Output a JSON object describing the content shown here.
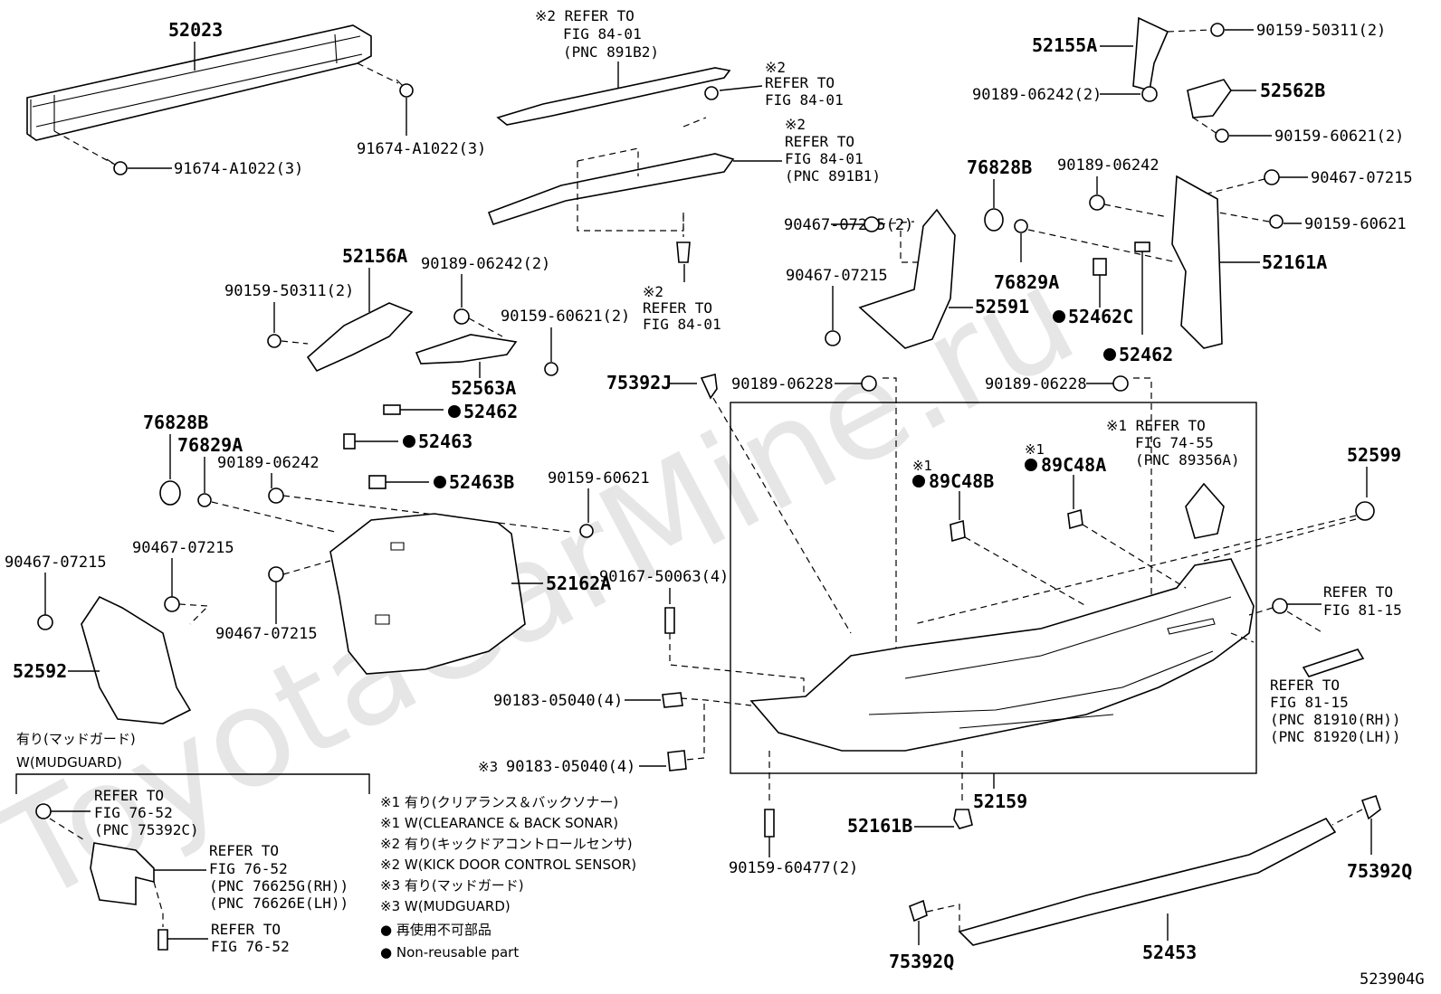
{
  "diagram_code": "523904G",
  "watermark": "ToyotaCarMine.ru",
  "parts": [
    {
      "id": "p52023",
      "label": "52023"
    },
    {
      "id": "p91674a",
      "label": "91674-A1022(3)"
    },
    {
      "id": "p91674b",
      "label": "91674-A1022(3)"
    },
    {
      "id": "p52155A",
      "label": "52155A"
    },
    {
      "id": "p90159_50311_r",
      "label": "90159-50311(2)"
    },
    {
      "id": "p90189_06242_r",
      "label": "90189-06242(2)"
    },
    {
      "id": "p52562B",
      "label": "52562B"
    },
    {
      "id": "p90159_60621_2r",
      "label": "90159-60621(2)"
    },
    {
      "id": "p76828B_r",
      "label": "76828B"
    },
    {
      "id": "p90189_06242_rs",
      "label": "90189-06242"
    },
    {
      "id": "p90467_07215_r",
      "label": "90467-07215"
    },
    {
      "id": "p90159_60621_r",
      "label": "90159-60621"
    },
    {
      "id": "p52161A",
      "label": "52161A"
    },
    {
      "id": "p90467_07215_2c",
      "label": "90467-07215(2)"
    },
    {
      "id": "p90467_07215_c",
      "label": "90467-07215"
    },
    {
      "id": "p76829A_c",
      "label": "76829A"
    },
    {
      "id": "p52591",
      "label": "52591"
    },
    {
      "id": "p52462C",
      "label": "52462C"
    },
    {
      "id": "p52462_r",
      "label": "52462"
    },
    {
      "id": "p90189_06228_a",
      "label": "90189-06228"
    },
    {
      "id": "p90189_06228_b",
      "label": "90189-06228"
    },
    {
      "id": "p75392J",
      "label": "75392J"
    },
    {
      "id": "p52156A",
      "label": "52156A"
    },
    {
      "id": "p90159_50311_l",
      "label": "90159-50311(2)"
    },
    {
      "id": "p90189_06242_l",
      "label": "90189-06242(2)"
    },
    {
      "id": "p90159_60621_2l",
      "label": "90159-60621(2)"
    },
    {
      "id": "p52563A",
      "label": "52563A"
    },
    {
      "id": "p52462_l",
      "label": "52462"
    },
    {
      "id": "p52463",
      "label": "52463"
    },
    {
      "id": "p52463B",
      "label": "52463B"
    },
    {
      "id": "p76828B_l",
      "label": "76828B"
    },
    {
      "id": "p76829A_l",
      "label": "76829A"
    },
    {
      "id": "p90189_06242_l2",
      "label": "90189-06242"
    },
    {
      "id": "p90159_60621_l",
      "label": "90159-60621"
    },
    {
      "id": "p90467_07215_l1",
      "label": "90467-07215"
    },
    {
      "id": "p90467_07215_l2",
      "label": "90467-07215"
    },
    {
      "id": "p90467_07215_l3",
      "label": "90467-07215"
    },
    {
      "id": "p52162A",
      "label": "52162A"
    },
    {
      "id": "p52592",
      "label": "52592"
    },
    {
      "id": "p90167_50063",
      "label": "90167-50063(4)"
    },
    {
      "id": "p90183_05040",
      "label": "90183-05040(4)"
    },
    {
      "id": "p90183_05040_3",
      "label": "90183-05040(4)"
    },
    {
      "id": "p89C48B",
      "label": "89C48B"
    },
    {
      "id": "p89C48A",
      "label": "89C48A"
    },
    {
      "id": "p52599",
      "label": "52599"
    },
    {
      "id": "p52159",
      "label": "52159"
    },
    {
      "id": "p52161B",
      "label": "52161B"
    },
    {
      "id": "p90159_60477",
      "label": "90159-60477(2)"
    },
    {
      "id": "p75392Q_a",
      "label": "75392Q"
    },
    {
      "id": "p75392Q_b",
      "label": "75392Q"
    },
    {
      "id": "p52453",
      "label": "52453"
    }
  ],
  "refs": {
    "r1": [
      "※2 REFER TO",
      "FIG 84-01",
      "(PNC 891B2)"
    ],
    "r2": [
      "※2",
      "REFER TO",
      "FIG 84-01"
    ],
    "r3": [
      "※2",
      "REFER TO",
      "FIG 84-01",
      "(PNC 891B1)"
    ],
    "r4": [
      "※2",
      "REFER TO",
      "FIG 84-01"
    ],
    "r5": [
      "※1 REFER TO",
      "FIG 74-55",
      "(PNC 89356A)"
    ],
    "r6": [
      "REFER TO",
      "FIG 81-15"
    ],
    "r7": [
      "REFER TO",
      "FIG 81-15",
      "(PNC 81910(RH))",
      "(PNC 81920(LH))"
    ],
    "r8": [
      "REFER TO",
      "FIG 76-52",
      "(PNC 75392C)"
    ],
    "r9": [
      "REFER TO",
      "FIG 76-52",
      "(PNC 76625G(RH))",
      "(PNC 76626E(LH))"
    ],
    "r10": [
      "REFER TO",
      "FIG 76-52"
    ]
  },
  "markers": {
    "m89C48B": "※1",
    "m89C48A": "※1",
    "m90183": "※3"
  },
  "mudguard": {
    "title_jp": "有り(マッドガード)",
    "title_en": "W(MUDGUARD)"
  },
  "legend": [
    "※1 有り(クリアランス＆バックソナー)",
    "※1 W(CLEARANCE & BACK SONAR)",
    "※2 有り(キックドアコントロールセンサ)",
    "※2 W(KICK DOOR CONTROL SENSOR)",
    "※3 有り(マッドガード)",
    "※3 W(MUDGUARD)",
    "● 再使用不可部品",
    "● Non-reusable part"
  ]
}
